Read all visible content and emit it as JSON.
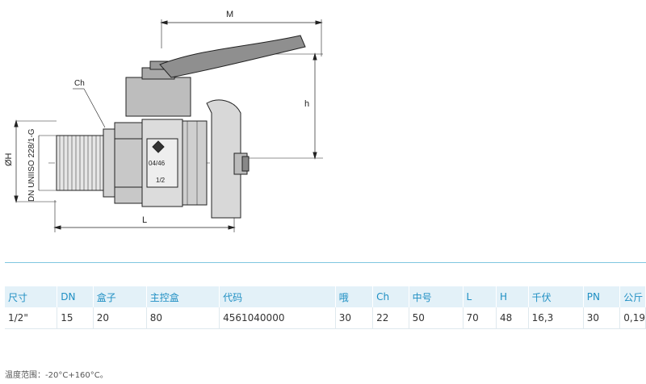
{
  "drawing": {
    "dim_M": "M",
    "dim_h": "h",
    "dim_L": "L",
    "dim_OH": "ØH",
    "dim_DN": "DN UNIISO 228/1-G",
    "callout_ch": "Ch",
    "body_code": "04/46",
    "body_size": "1/2"
  },
  "table": {
    "headers": [
      "尺寸",
      "DN",
      "盒子",
      "主控盒",
      "代码",
      "哦",
      "Ch",
      "中号",
      "L",
      "H",
      "千伏",
      "PN",
      "公斤"
    ],
    "rows": [
      [
        "1/2\"",
        "15",
        "20",
        "80",
        "4561040000",
        "30",
        "22",
        "50",
        "70",
        "48",
        "16,3",
        "30",
        "0,19"
      ]
    ]
  },
  "note": "温度范围：-20°C+160°C。",
  "colors": {
    "accent": "#1f8fc3",
    "header_bg": "#e3f1f8",
    "divider": "#7fc6e0"
  }
}
